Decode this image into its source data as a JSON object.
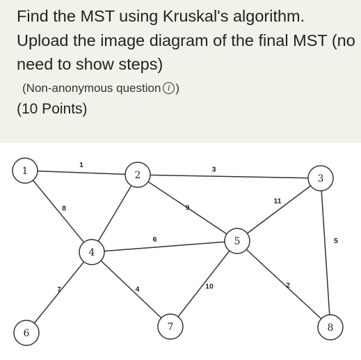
{
  "question": {
    "title": "Find the MST using Kruskal's algorithm. Upload the image diagram of the final MST (no need to show steps)",
    "meta_open": "(Non-anonymous question",
    "meta_close": ")",
    "info_glyph": "i",
    "points": "(10 Points)"
  },
  "graph": {
    "nodes": [
      {
        "id": "n1",
        "label": "1"
      },
      {
        "id": "n2",
        "label": "2"
      },
      {
        "id": "n3",
        "label": "3"
      },
      {
        "id": "n4",
        "label": "4"
      },
      {
        "id": "n5",
        "label": "5"
      },
      {
        "id": "n6",
        "label": "6"
      },
      {
        "id": "n7",
        "label": "7"
      },
      {
        "id": "n8",
        "label": "8"
      }
    ],
    "edges": [
      {
        "from": "n1",
        "to": "n2",
        "weight": "1"
      },
      {
        "from": "n1",
        "to": "n4",
        "weight": "8"
      },
      {
        "from": "n2",
        "to": "n3",
        "weight": "3"
      },
      {
        "from": "n2",
        "to": "n4",
        "weight": ""
      },
      {
        "from": "n2",
        "to": "n5",
        "weight": "9"
      },
      {
        "from": "n4",
        "to": "n5",
        "weight": "6"
      },
      {
        "from": "n4",
        "to": "n6",
        "weight": "7"
      },
      {
        "from": "n4",
        "to": "n7",
        "weight": "4"
      },
      {
        "from": "n5",
        "to": "n3",
        "weight": "11"
      },
      {
        "from": "n5",
        "to": "n7",
        "weight": "10"
      },
      {
        "from": "n5",
        "to": "n8",
        "weight": "2"
      },
      {
        "from": "n3",
        "to": "n8",
        "weight": "5"
      }
    ]
  }
}
